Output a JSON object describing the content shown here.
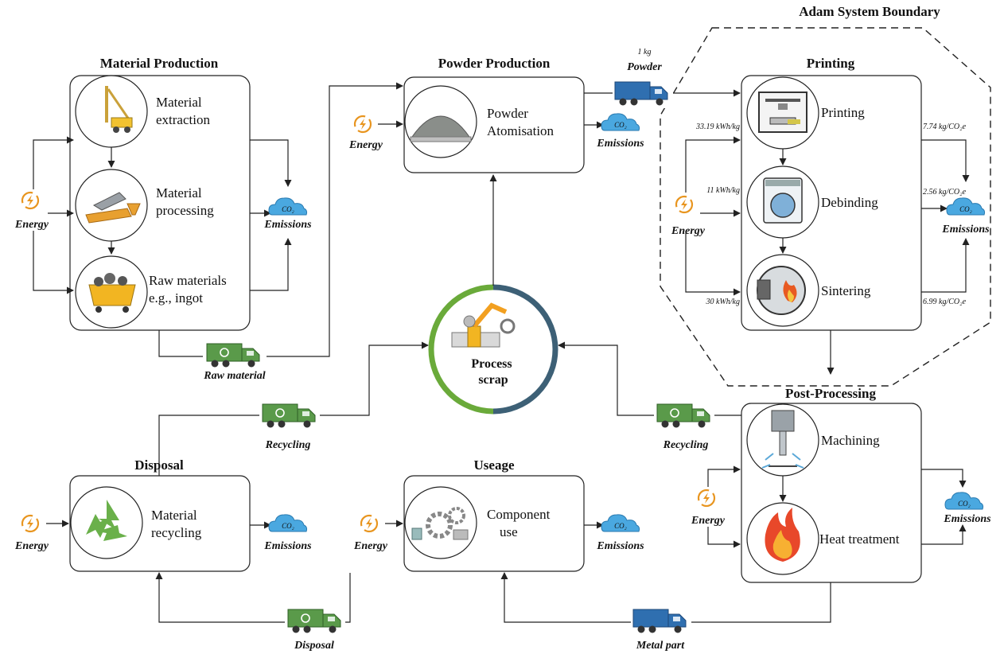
{
  "boundary": {
    "title": "Adam System Boundary"
  },
  "stages": {
    "material_production": {
      "title": "Material Production",
      "steps": [
        {
          "lines": [
            "Material",
            "extraction"
          ]
        },
        {
          "lines": [
            "Material",
            "processing"
          ]
        },
        {
          "lines": [
            "Raw materials",
            "e.g., ingot"
          ]
        }
      ]
    },
    "powder_production": {
      "title": "Powder Production",
      "steps": [
        {
          "lines": [
            "Powder",
            "Atomisation"
          ]
        }
      ]
    },
    "printing": {
      "title": "Printing",
      "steps": [
        {
          "lines": [
            "Printing"
          ]
        },
        {
          "lines": [
            "Debinding"
          ]
        },
        {
          "lines": [
            "Sintering"
          ]
        }
      ]
    },
    "post_processing": {
      "title": "Post-Processing",
      "steps": [
        {
          "lines": [
            "Machining"
          ]
        },
        {
          "lines": [
            "Heat treatment"
          ]
        }
      ]
    },
    "useage": {
      "title": "Useage",
      "steps": [
        {
          "lines": [
            "Component",
            "use"
          ]
        }
      ]
    },
    "disposal": {
      "title": "Disposal",
      "steps": [
        {
          "lines": [
            "Material",
            "recycling"
          ]
        }
      ]
    }
  },
  "center": {
    "lines": [
      "Process",
      "scrap"
    ]
  },
  "labels": {
    "energy": "Energy",
    "emissions": "Emissions",
    "co2": "CO₂"
  },
  "transport": {
    "raw_material": "Raw material",
    "powder": "Powder",
    "powder_qty": "1 kg",
    "recycling": "Recycling",
    "disposal": "Disposal",
    "metal_part": "Metal part"
  },
  "printing_energy": {
    "printing": "33.19 kWh/kg",
    "debinding": "11 kWh/kg",
    "sintering": "30 kWh/kg"
  },
  "printing_emissions": {
    "printing": "7.74 kg/CO₂e",
    "debinding": "2.56 kg/CO₂e",
    "sintering": "6.99 kg/CO₂e"
  },
  "colors": {
    "truck_green": "#5a9a4a",
    "truck_blue": "#2f6fb0",
    "cloud_blue": "#4aa8e0",
    "ring_green": "#6aaa3a",
    "ring_slate": "#3d6076",
    "energy_orange": "#e8951f"
  }
}
